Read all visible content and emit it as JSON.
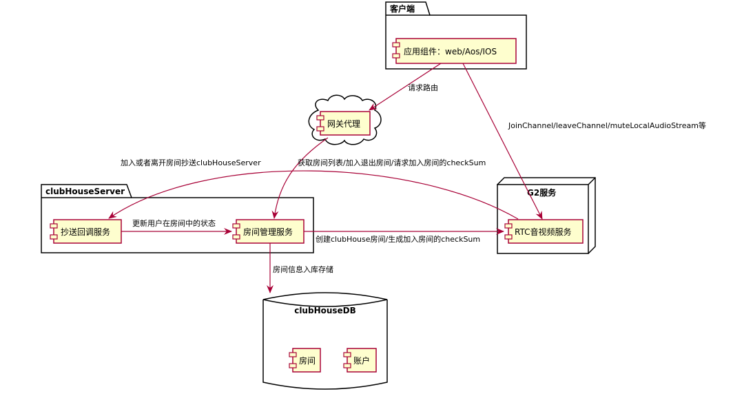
{
  "packages": {
    "client": "客户端",
    "server": "clubHouseServer"
  },
  "node": {
    "g2": "G2服务"
  },
  "database": {
    "title": "clubHouseDB"
  },
  "cloud": {
    "gateway": "网关代理"
  },
  "components": {
    "app": "应用组件：web/Aos/IOS",
    "gateway": "网关代理",
    "cc": "抄送回调服务",
    "room_mgmt": "房间管理服务",
    "rtc": "RTC音视频服务",
    "room": "房间",
    "account": "账户"
  },
  "edges": {
    "route": "请求路由",
    "join_channel": "JoinChannel/leaveChannel/muteLocalAudioStream等",
    "cc_notify": "加入或者离开房间抄送clubHouseServer",
    "get_rooms": "获取房间列表/加入退出房间/请求加入房间的checkSum",
    "update_state": "更新用户在房间中的状态",
    "create_room": "创建clubHouse房间/生成加入房间的checkSum",
    "store": "房间信息入库存储"
  },
  "colors": {
    "component_fill": "#FEFECE",
    "border": "#000000",
    "arrow": "#A80036",
    "text": "#000000"
  }
}
